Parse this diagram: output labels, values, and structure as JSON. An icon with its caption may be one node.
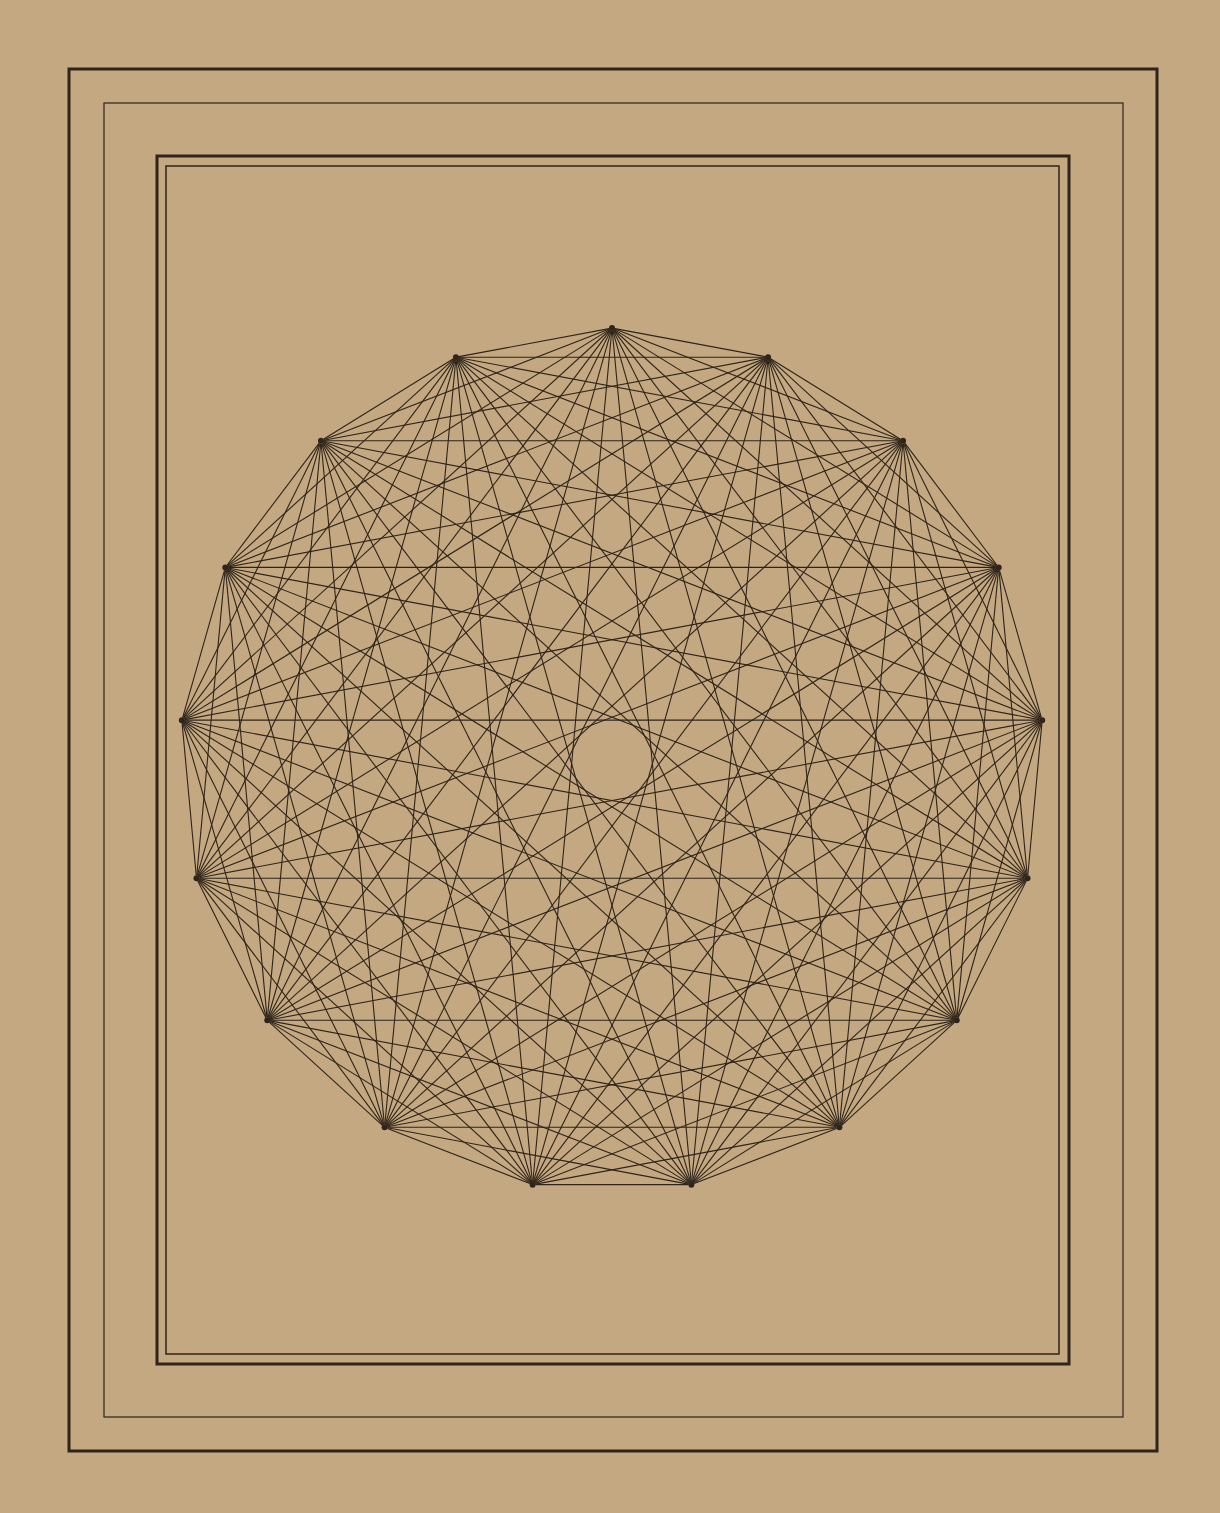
{
  "diagram": {
    "nodes": [
      {
        "text": [],
        "shape": "dot"
      },
      {
        "text": [],
        "shape": "dot"
      },
      {
        "text": [],
        "shape": "dot"
      },
      {
        "text": [],
        "shape": "dot"
      },
      {
        "text": [],
        "shape": "dot"
      },
      {
        "text": [],
        "shape": "dot"
      },
      {
        "text": [],
        "shape": "dot"
      },
      {
        "text": [],
        "shape": "dot"
      },
      {
        "text": [],
        "shape": "dot"
      },
      {
        "text": [],
        "shape": "dot"
      },
      {
        "text": [],
        "shape": "dot"
      },
      {
        "text": [],
        "shape": "dot"
      },
      {
        "text": [],
        "shape": "dot"
      },
      {
        "text": [],
        "shape": "dot"
      },
      {
        "text": [],
        "shape": "dot"
      },
      {
        "text": [],
        "shape": "dot"
      },
      {
        "text": [],
        "shape": "dot"
      }
    ],
    "edges": [
      {
        "from": 0,
        "to": 1,
        "arrow": "none"
      },
      {
        "from": 0,
        "to": 2,
        "arrow": "none"
      },
      {
        "from": 0,
        "to": 3,
        "arrow": "none"
      },
      {
        "from": 0,
        "to": 4,
        "arrow": "none"
      },
      {
        "from": 0,
        "to": 5,
        "arrow": "none"
      },
      {
        "from": 0,
        "to": 6,
        "arrow": "none"
      },
      {
        "from": 0,
        "to": 7,
        "arrow": "none"
      },
      {
        "from": 0,
        "to": 8,
        "arrow": "none"
      },
      {
        "from": 0,
        "to": 9,
        "arrow": "none"
      },
      {
        "from": 0,
        "to": 10,
        "arrow": "none"
      },
      {
        "from": 0,
        "to": 11,
        "arrow": "none"
      },
      {
        "from": 0,
        "to": 12,
        "arrow": "none"
      },
      {
        "from": 0,
        "to": 13,
        "arrow": "none"
      },
      {
        "from": 0,
        "to": 14,
        "arrow": "none"
      },
      {
        "from": 0,
        "to": 15,
        "arrow": "none"
      },
      {
        "from": 0,
        "to": 16,
        "arrow": "none"
      },
      {
        "from": 1,
        "to": 2,
        "arrow": "none"
      },
      {
        "from": 1,
        "to": 3,
        "arrow": "none"
      },
      {
        "from": 1,
        "to": 4,
        "arrow": "none"
      },
      {
        "from": 1,
        "to": 5,
        "arrow": "none"
      },
      {
        "from": 1,
        "to": 6,
        "arrow": "none"
      },
      {
        "from": 1,
        "to": 7,
        "arrow": "none"
      },
      {
        "from": 1,
        "to": 8,
        "arrow": "none"
      },
      {
        "from": 1,
        "to": 9,
        "arrow": "none"
      },
      {
        "from": 1,
        "to": 10,
        "arrow": "none"
      },
      {
        "from": 1,
        "to": 11,
        "arrow": "none"
      },
      {
        "from": 1,
        "to": 12,
        "arrow": "none"
      },
      {
        "from": 1,
        "to": 13,
        "arrow": "none"
      },
      {
        "from": 1,
        "to": 14,
        "arrow": "none"
      },
      {
        "from": 1,
        "to": 15,
        "arrow": "none"
      },
      {
        "from": 1,
        "to": 16,
        "arrow": "none"
      },
      {
        "from": 2,
        "to": 3,
        "arrow": "none"
      },
      {
        "from": 2,
        "to": 4,
        "arrow": "none"
      },
      {
        "from": 2,
        "to": 5,
        "arrow": "none"
      },
      {
        "from": 2,
        "to": 6,
        "arrow": "none"
      },
      {
        "from": 2,
        "to": 7,
        "arrow": "none"
      },
      {
        "from": 2,
        "to": 8,
        "arrow": "none"
      },
      {
        "from": 2,
        "to": 9,
        "arrow": "none"
      },
      {
        "from": 2,
        "to": 10,
        "arrow": "none"
      },
      {
        "from": 2,
        "to": 11,
        "arrow": "none"
      },
      {
        "from": 2,
        "to": 12,
        "arrow": "none"
      },
      {
        "from": 2,
        "to": 13,
        "arrow": "none"
      },
      {
        "from": 2,
        "to": 14,
        "arrow": "none"
      },
      {
        "from": 2,
        "to": 15,
        "arrow": "none"
      },
      {
        "from": 2,
        "to": 16,
        "arrow": "none"
      },
      {
        "from": 3,
        "to": 4,
        "arrow": "none"
      },
      {
        "from": 3,
        "to": 5,
        "arrow": "none"
      },
      {
        "from": 3,
        "to": 6,
        "arrow": "none"
      },
      {
        "from": 3,
        "to": 7,
        "arrow": "none"
      },
      {
        "from": 3,
        "to": 8,
        "arrow": "none"
      },
      {
        "from": 3,
        "to": 9,
        "arrow": "none"
      },
      {
        "from": 3,
        "to": 10,
        "arrow": "none"
      },
      {
        "from": 3,
        "to": 11,
        "arrow": "none"
      },
      {
        "from": 3,
        "to": 12,
        "arrow": "none"
      },
      {
        "from": 3,
        "to": 13,
        "arrow": "none"
      },
      {
        "from": 3,
        "to": 14,
        "arrow": "none"
      },
      {
        "from": 3,
        "to": 15,
        "arrow": "none"
      },
      {
        "from": 3,
        "to": 16,
        "arrow": "none"
      },
      {
        "from": 4,
        "to": 5,
        "arrow": "none"
      },
      {
        "from": 4,
        "to": 6,
        "arrow": "none"
      },
      {
        "from": 4,
        "to": 7,
        "arrow": "none"
      },
      {
        "from": 4,
        "to": 8,
        "arrow": "none"
      },
      {
        "from": 4,
        "to": 9,
        "arrow": "none"
      },
      {
        "from": 4,
        "to": 10,
        "arrow": "none"
      },
      {
        "from": 4,
        "to": 11,
        "arrow": "none"
      },
      {
        "from": 4,
        "to": 12,
        "arrow": "none"
      },
      {
        "from": 4,
        "to": 13,
        "arrow": "none"
      },
      {
        "from": 4,
        "to": 14,
        "arrow": "none"
      },
      {
        "from": 4,
        "to": 15,
        "arrow": "none"
      },
      {
        "from": 4,
        "to": 16,
        "arrow": "none"
      },
      {
        "from": 5,
        "to": 6,
        "arrow": "none"
      },
      {
        "from": 5,
        "to": 7,
        "arrow": "none"
      },
      {
        "from": 5,
        "to": 8,
        "arrow": "none"
      },
      {
        "from": 5,
        "to": 9,
        "arrow": "none"
      },
      {
        "from": 5,
        "to": 10,
        "arrow": "none"
      },
      {
        "from": 5,
        "to": 11,
        "arrow": "none"
      },
      {
        "from": 5,
        "to": 12,
        "arrow": "none"
      },
      {
        "from": 5,
        "to": 13,
        "arrow": "none"
      },
      {
        "from": 5,
        "to": 14,
        "arrow": "none"
      },
      {
        "from": 5,
        "to": 15,
        "arrow": "none"
      },
      {
        "from": 5,
        "to": 16,
        "arrow": "none"
      },
      {
        "from": 6,
        "to": 7,
        "arrow": "none"
      },
      {
        "from": 6,
        "to": 8,
        "arrow": "none"
      },
      {
        "from": 6,
        "to": 9,
        "arrow": "none"
      },
      {
        "from": 6,
        "to": 10,
        "arrow": "none"
      },
      {
        "from": 6,
        "to": 11,
        "arrow": "none"
      },
      {
        "from": 6,
        "to": 12,
        "arrow": "none"
      },
      {
        "from": 6,
        "to": 13,
        "arrow": "none"
      },
      {
        "from": 6,
        "to": 14,
        "arrow": "none"
      },
      {
        "from": 6,
        "to": 15,
        "arrow": "none"
      },
      {
        "from": 6,
        "to": 16,
        "arrow": "none"
      },
      {
        "from": 7,
        "to": 8,
        "arrow": "none"
      },
      {
        "from": 7,
        "to": 9,
        "arrow": "none"
      },
      {
        "from": 7,
        "to": 10,
        "arrow": "none"
      },
      {
        "from": 7,
        "to": 11,
        "arrow": "none"
      },
      {
        "from": 7,
        "to": 12,
        "arrow": "none"
      },
      {
        "from": 7,
        "to": 13,
        "arrow": "none"
      },
      {
        "from": 7,
        "to": 14,
        "arrow": "none"
      },
      {
        "from": 7,
        "to": 15,
        "arrow": "none"
      },
      {
        "from": 7,
        "to": 16,
        "arrow": "none"
      },
      {
        "from": 8,
        "to": 9,
        "arrow": "none"
      },
      {
        "from": 8,
        "to": 10,
        "arrow": "none"
      },
      {
        "from": 8,
        "to": 11,
        "arrow": "none"
      },
      {
        "from": 8,
        "to": 12,
        "arrow": "none"
      },
      {
        "from": 8,
        "to": 13,
        "arrow": "none"
      },
      {
        "from": 8,
        "to": 14,
        "arrow": "none"
      },
      {
        "from": 8,
        "to": 15,
        "arrow": "none"
      },
      {
        "from": 8,
        "to": 16,
        "arrow": "none"
      },
      {
        "from": 9,
        "to": 10,
        "arrow": "none"
      },
      {
        "from": 9,
        "to": 11,
        "arrow": "none"
      },
      {
        "from": 9,
        "to": 12,
        "arrow": "none"
      },
      {
        "from": 9,
        "to": 13,
        "arrow": "none"
      },
      {
        "from": 9,
        "to": 14,
        "arrow": "none"
      },
      {
        "from": 9,
        "to": 15,
        "arrow": "none"
      },
      {
        "from": 9,
        "to": 16,
        "arrow": "none"
      },
      {
        "from": 10,
        "to": 11,
        "arrow": "none"
      },
      {
        "from": 10,
        "to": 12,
        "arrow": "none"
      },
      {
        "from": 10,
        "to": 13,
        "arrow": "none"
      },
      {
        "from": 10,
        "to": 14,
        "arrow": "none"
      },
      {
        "from": 10,
        "to": 15,
        "arrow": "none"
      },
      {
        "from": 10,
        "to": 16,
        "arrow": "none"
      },
      {
        "from": 11,
        "to": 12,
        "arrow": "none"
      },
      {
        "from": 11,
        "to": 13,
        "arrow": "none"
      },
      {
        "from": 11,
        "to": 14,
        "arrow": "none"
      },
      {
        "from": 11,
        "to": 15,
        "arrow": "none"
      },
      {
        "from": 11,
        "to": 16,
        "arrow": "none"
      },
      {
        "from": 12,
        "to": 13,
        "arrow": "none"
      },
      {
        "from": 12,
        "to": 14,
        "arrow": "none"
      },
      {
        "from": 12,
        "to": 15,
        "arrow": "none"
      },
      {
        "from": 12,
        "to": 16,
        "arrow": "none"
      },
      {
        "from": 13,
        "to": 14,
        "arrow": "none"
      },
      {
        "from": 13,
        "to": 15,
        "arrow": "none"
      },
      {
        "from": 13,
        "to": 16,
        "arrow": "none"
      },
      {
        "from": 14,
        "to": 15,
        "arrow": "none"
      },
      {
        "from": 14,
        "to": 16,
        "arrow": "none"
      },
      {
        "from": 15,
        "to": 16,
        "arrow": "none"
      }
    ]
  }
}
